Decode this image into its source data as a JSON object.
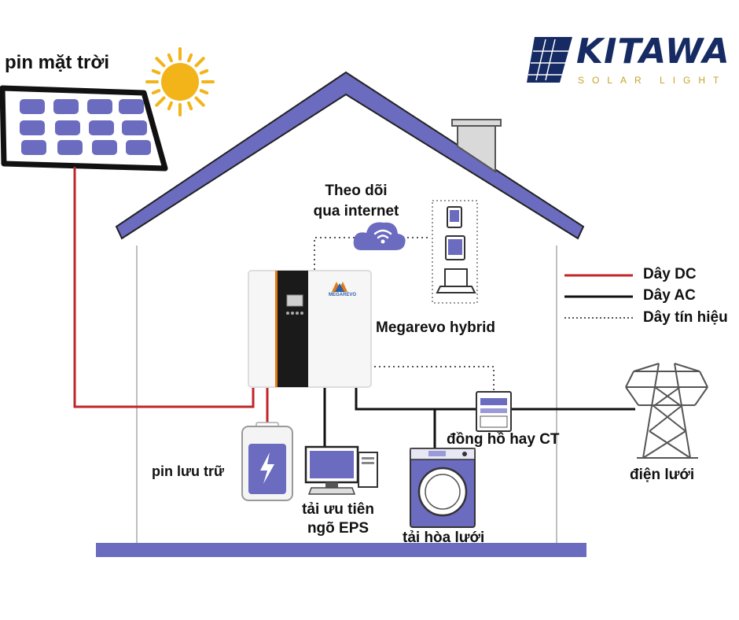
{
  "logo": {
    "title": "KITAWA",
    "subtitle": "SOLAR LIGHT",
    "color": "#162a63",
    "accent": "#c9a227"
  },
  "labels": {
    "solar_panel": "pin mặt trời",
    "monitor_line1": "Theo dõi",
    "monitor_line2": "qua internet",
    "inverter": "Megarevo hybrid",
    "battery": "pin lưu trữ",
    "eps_line1": "tải ưu tiên",
    "eps_line2": "ngõ EPS",
    "grid_load": "tải hòa lưới",
    "meter": "đồng hồ hay CT",
    "grid": "điện lưới",
    "inverter_brand": "MEGAREVO"
  },
  "legend": [
    {
      "label": "Dây DC",
      "color": "#c0262a",
      "style": "solid"
    },
    {
      "label": "Dây AC",
      "color": "#111111",
      "style": "solid"
    },
    {
      "label": "Dây tín hiệu",
      "color": "#555555",
      "style": "dotted"
    }
  ],
  "colors": {
    "roof": "#6b6bc0",
    "panel_cell": "#6b6bc0",
    "sun": "#f2b418",
    "dc_wire": "#c0262a",
    "ac_wire": "#111111"
  }
}
